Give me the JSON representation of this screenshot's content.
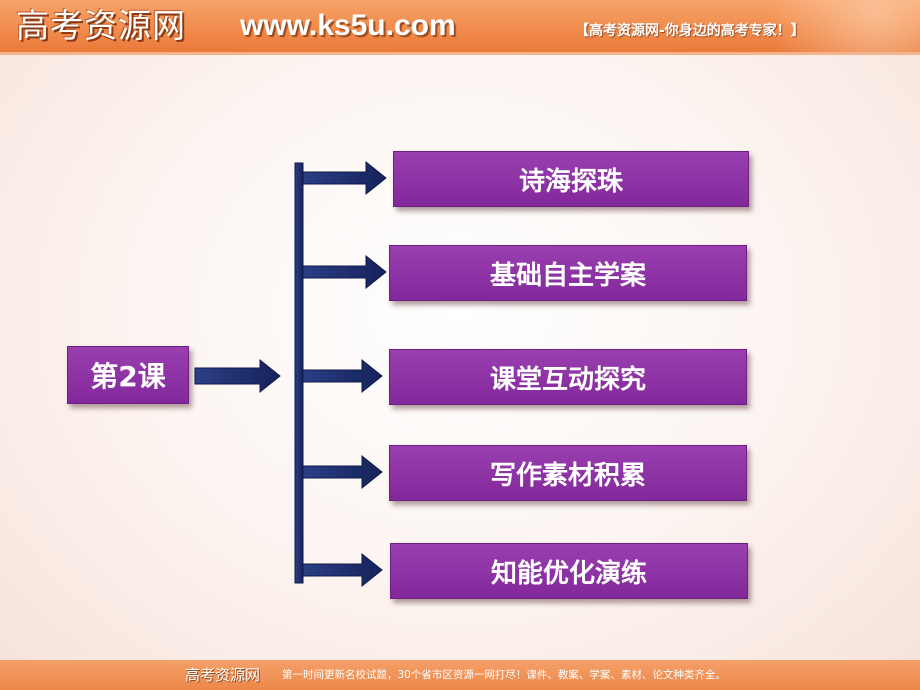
{
  "header": {
    "logo_text": "高考资源网",
    "url_text": "www.ks5u.com",
    "slogan": "【高考资源网-你身边的高考专家！】"
  },
  "diagram": {
    "root_label": "第2课",
    "items": [
      {
        "label": "诗海探珠"
      },
      {
        "label": "基础自主学案"
      },
      {
        "label": "课堂互动探究"
      },
      {
        "label": "写作素材积累"
      },
      {
        "label": "知能优化演练"
      }
    ],
    "colors": {
      "box": "#8a2ea3",
      "arrow": "#1f2f6b"
    }
  },
  "footer": {
    "logo_text": "高考资源网",
    "tagline": "第一时间更新名校试题，30个省市区资源一网打尽！课件、教案、学案、素材、论文种类齐全。"
  }
}
